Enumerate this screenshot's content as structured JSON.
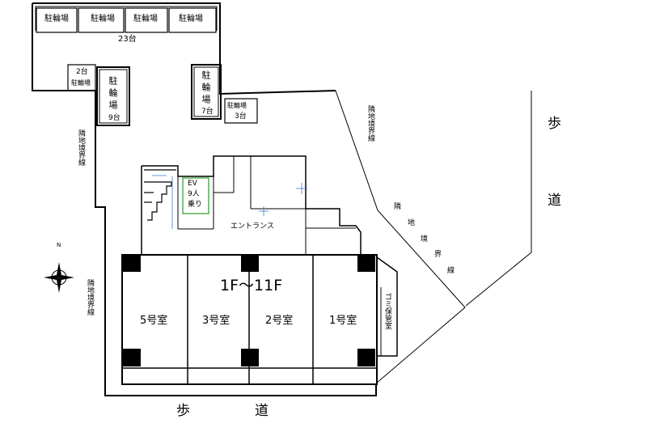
{
  "parking": {
    "top_stall_label": "駐輪場",
    "top_capacity": "23台",
    "small_capacity": "2台",
    "small_label": "駐輪場",
    "left_tall_label": "駐輪場",
    "left_tall_capacity": "9台",
    "right_tall_label": "駐輪場",
    "right_tall_capacity": "7台",
    "side_label": "駐輪場",
    "side_capacity": "3台"
  },
  "boundary_label": "隣地境界線",
  "ev": {
    "line1": "EV",
    "line2": "9人",
    "line3": "乗り"
  },
  "entrance_label": "エントランス",
  "floor_range": "1F～11F",
  "rooms": [
    "5号室",
    "3号室",
    "2号室",
    "1号室"
  ],
  "garbage_label": "ゴミ保管室",
  "sidewalk": {
    "char1": "歩",
    "char2": "道"
  },
  "compass_label": "N"
}
